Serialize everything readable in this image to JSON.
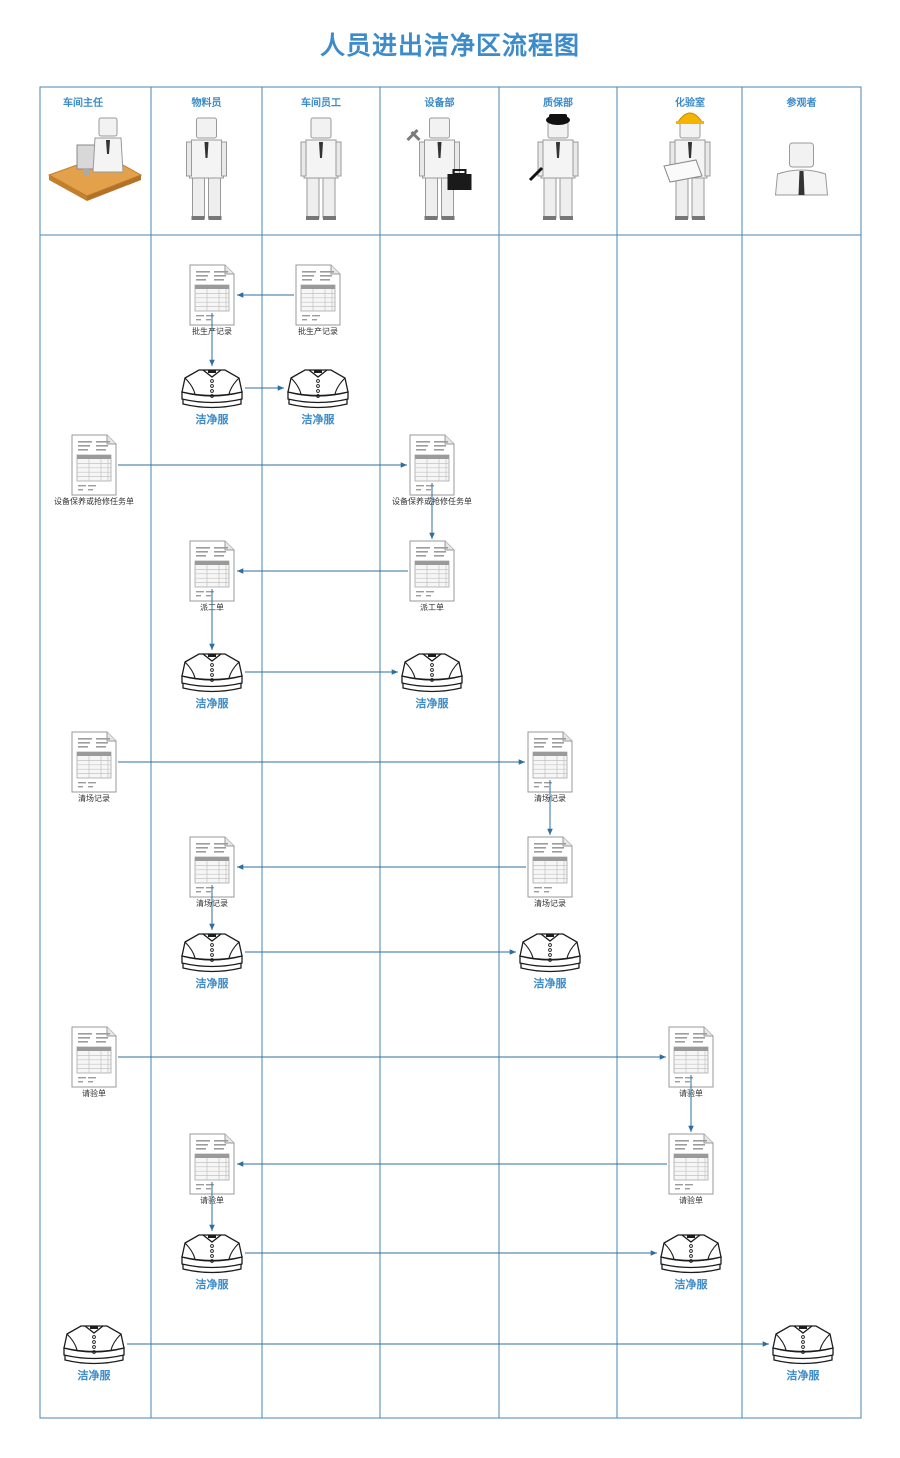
{
  "title": "人员进出洁净区流程图",
  "colors": {
    "accent": "#3d8cc9",
    "line": "#2f6f9f",
    "grid": "#4a87b5",
    "doc_text": "#333333"
  },
  "lanes": [
    {
      "name": "车间主任",
      "figure": "supervisor-at-desk"
    },
    {
      "name": "物料员",
      "figure": "staff"
    },
    {
      "name": "车间员工",
      "figure": "staff"
    },
    {
      "name": "设备部",
      "figure": "engineer-with-wrench-and-toolbox"
    },
    {
      "name": "质保部",
      "figure": "qa-with-cap"
    },
    {
      "name": "化验室",
      "figure": "lab-with-hardhat"
    },
    {
      "name": "参观者",
      "figure": "visitor-bust"
    }
  ],
  "nodes": [
    {
      "id": "n1",
      "type": "document",
      "lane": 1,
      "row": 1,
      "label": "批生产记录"
    },
    {
      "id": "n2",
      "type": "document",
      "lane": 2,
      "row": 1,
      "label": "批生产记录"
    },
    {
      "id": "n3",
      "type": "clothes",
      "lane": 1,
      "row": 2,
      "label": "洁净服"
    },
    {
      "id": "n4",
      "type": "clothes",
      "lane": 2,
      "row": 2,
      "label": "洁净服"
    },
    {
      "id": "n5",
      "type": "document",
      "lane": 0,
      "row": 3,
      "label": "设备保养或抢修任务单"
    },
    {
      "id": "n6",
      "type": "document",
      "lane": 3,
      "row": 3,
      "label": "设备保养或抢修任务单"
    },
    {
      "id": "n7",
      "type": "document",
      "lane": 1,
      "row": 4,
      "label": "派工单"
    },
    {
      "id": "n8",
      "type": "document",
      "lane": 3,
      "row": 4,
      "label": "派工单"
    },
    {
      "id": "n9",
      "type": "clothes",
      "lane": 1,
      "row": 5,
      "label": "洁净服"
    },
    {
      "id": "n10",
      "type": "clothes",
      "lane": 3,
      "row": 5,
      "label": "洁净服"
    },
    {
      "id": "n11",
      "type": "document",
      "lane": 0,
      "row": 6,
      "label": "清场记录"
    },
    {
      "id": "n12",
      "type": "document",
      "lane": 4,
      "row": 6,
      "label": "清场记录"
    },
    {
      "id": "n13",
      "type": "document",
      "lane": 1,
      "row": 7,
      "label": "清场记录"
    },
    {
      "id": "n14",
      "type": "document",
      "lane": 4,
      "row": 7,
      "label": "清场记录"
    },
    {
      "id": "n15",
      "type": "clothes",
      "lane": 1,
      "row": 8,
      "label": "洁净服"
    },
    {
      "id": "n16",
      "type": "clothes",
      "lane": 4,
      "row": 8,
      "label": "洁净服"
    },
    {
      "id": "n17",
      "type": "document",
      "lane": 0,
      "row": 9,
      "label": "请验单"
    },
    {
      "id": "n18",
      "type": "document",
      "lane": 5,
      "row": 9,
      "label": "请验单"
    },
    {
      "id": "n19",
      "type": "document",
      "lane": 1,
      "row": 10,
      "label": "请验单"
    },
    {
      "id": "n20",
      "type": "document",
      "lane": 5,
      "row": 10,
      "label": "请验单"
    },
    {
      "id": "n21",
      "type": "clothes",
      "lane": 1,
      "row": 11,
      "label": "洁净服"
    },
    {
      "id": "n22",
      "type": "clothes",
      "lane": 5,
      "row": 11,
      "label": "洁净服"
    },
    {
      "id": "n23",
      "type": "clothes",
      "lane": 0,
      "row": 12,
      "label": "洁净服"
    },
    {
      "id": "n24",
      "type": "clothes",
      "lane": 6,
      "row": 12,
      "label": "洁净服"
    }
  ],
  "edges": [
    [
      "n2",
      "n1"
    ],
    [
      "n1",
      "n3"
    ],
    [
      "n3",
      "n4"
    ],
    [
      "n5",
      "n6"
    ],
    [
      "n6",
      "n8"
    ],
    [
      "n8",
      "n7"
    ],
    [
      "n7",
      "n9"
    ],
    [
      "n9",
      "n10"
    ],
    [
      "n11",
      "n12"
    ],
    [
      "n12",
      "n14"
    ],
    [
      "n14",
      "n13"
    ],
    [
      "n13",
      "n15"
    ],
    [
      "n15",
      "n16"
    ],
    [
      "n17",
      "n18"
    ],
    [
      "n18",
      "n20"
    ],
    [
      "n20",
      "n19"
    ],
    [
      "n19",
      "n21"
    ],
    [
      "n21",
      "n22"
    ],
    [
      "n23",
      "n24"
    ]
  ]
}
